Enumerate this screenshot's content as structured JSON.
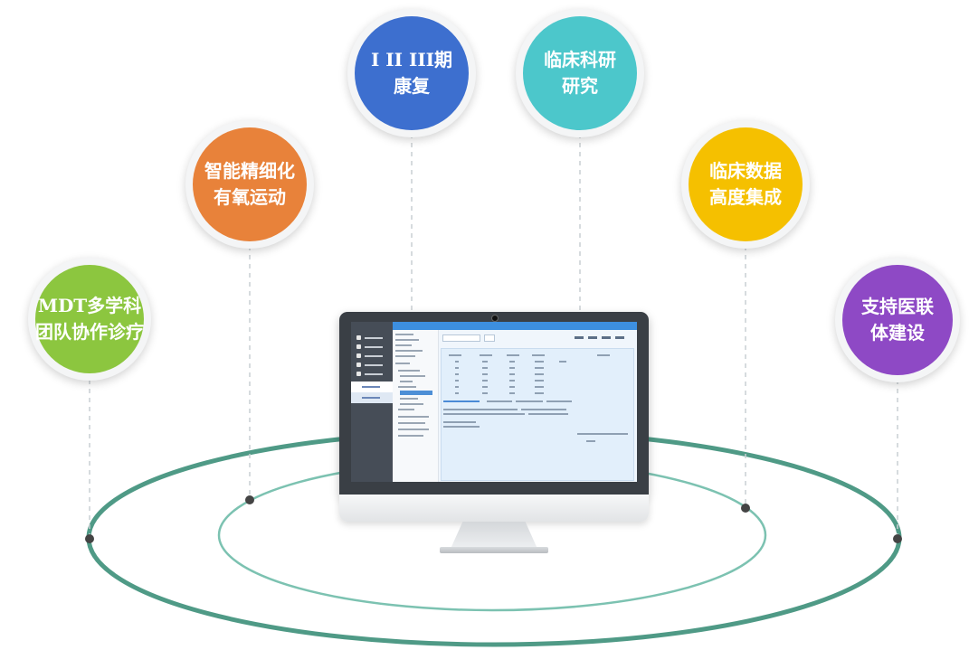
{
  "features": [
    {
      "id": "mdt",
      "text": "MDT多学科\n团队协作诊疗",
      "color": "#8cc63f"
    },
    {
      "id": "aerobic",
      "text": "智能精细化\n有氧运动",
      "color": "#e8823a"
    },
    {
      "id": "rehab",
      "text": "I II III期\n康复",
      "color": "#3d6fcf"
    },
    {
      "id": "research",
      "text": "临床科研\n研究",
      "color": "#4cc7cb"
    },
    {
      "id": "integration",
      "text": "临床数据\n高度集成",
      "color": "#f5c000"
    },
    {
      "id": "alliance",
      "text": "支持医联\n体建设",
      "color": "#8e49c5"
    }
  ],
  "colors": {
    "outer_ring": "#4f9a86",
    "inner_ring": "#7cc2b1",
    "connector": "#c9cfd3",
    "node": "#444444"
  },
  "icons": {
    "monitor": "computer-monitor-icon",
    "camera": "webcam-icon"
  }
}
